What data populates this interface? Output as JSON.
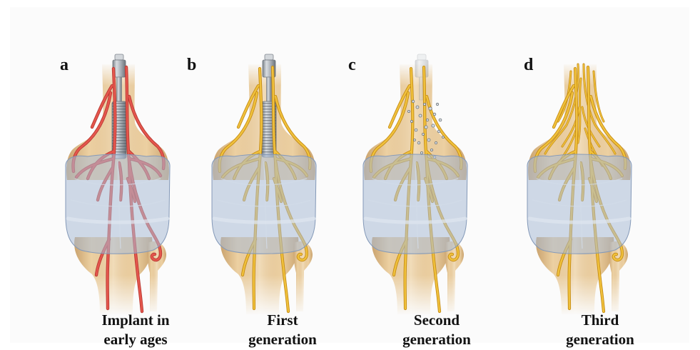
{
  "figure": {
    "panels": [
      {
        "label": "a",
        "caption": [
          "Implant in",
          "early ages"
        ]
      },
      {
        "label": "b",
        "caption": [
          "First",
          "generation"
        ]
      },
      {
        "label": "c",
        "caption": [
          "Second",
          "generation"
        ]
      },
      {
        "label": "d",
        "caption": [
          "Third",
          "generation"
        ]
      }
    ]
  },
  "colors": {
    "bone": "#ecd0a2",
    "capsule": "#a9bcd6",
    "vessel": "#e5564d",
    "vessel_outline": "#b93a33",
    "nerve": "#f0c13c",
    "nerve_outline": "#c48a12"
  }
}
